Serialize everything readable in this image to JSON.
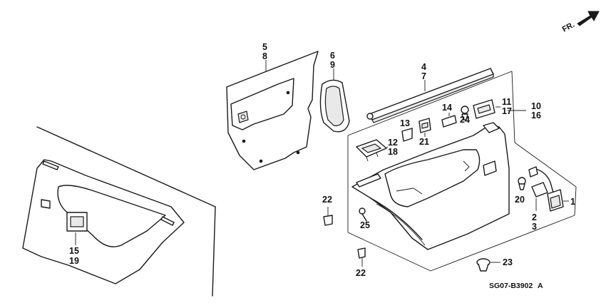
{
  "direction_marker": {
    "text": "FR.",
    "icon": "forward-arrow-icon"
  },
  "diagram_code": "SG07-B3902",
  "diagram_code_suffix": "A",
  "callouts": {
    "c1": "1",
    "c2": "2",
    "c3": "3",
    "c4": "4",
    "c7": "7",
    "c5": "5",
    "c8": "8",
    "c6": "6",
    "c9": "9",
    "c10": "10",
    "c16": "16",
    "c11": "11",
    "c17": "17",
    "c12": "12",
    "c18": "18",
    "c13": "13",
    "c21": "21",
    "c14": "14",
    "c15": "15",
    "c19": "19",
    "c20": "20",
    "c22a": "22",
    "c22b": "22",
    "c23": "23",
    "c24": "24",
    "c25": "25"
  }
}
